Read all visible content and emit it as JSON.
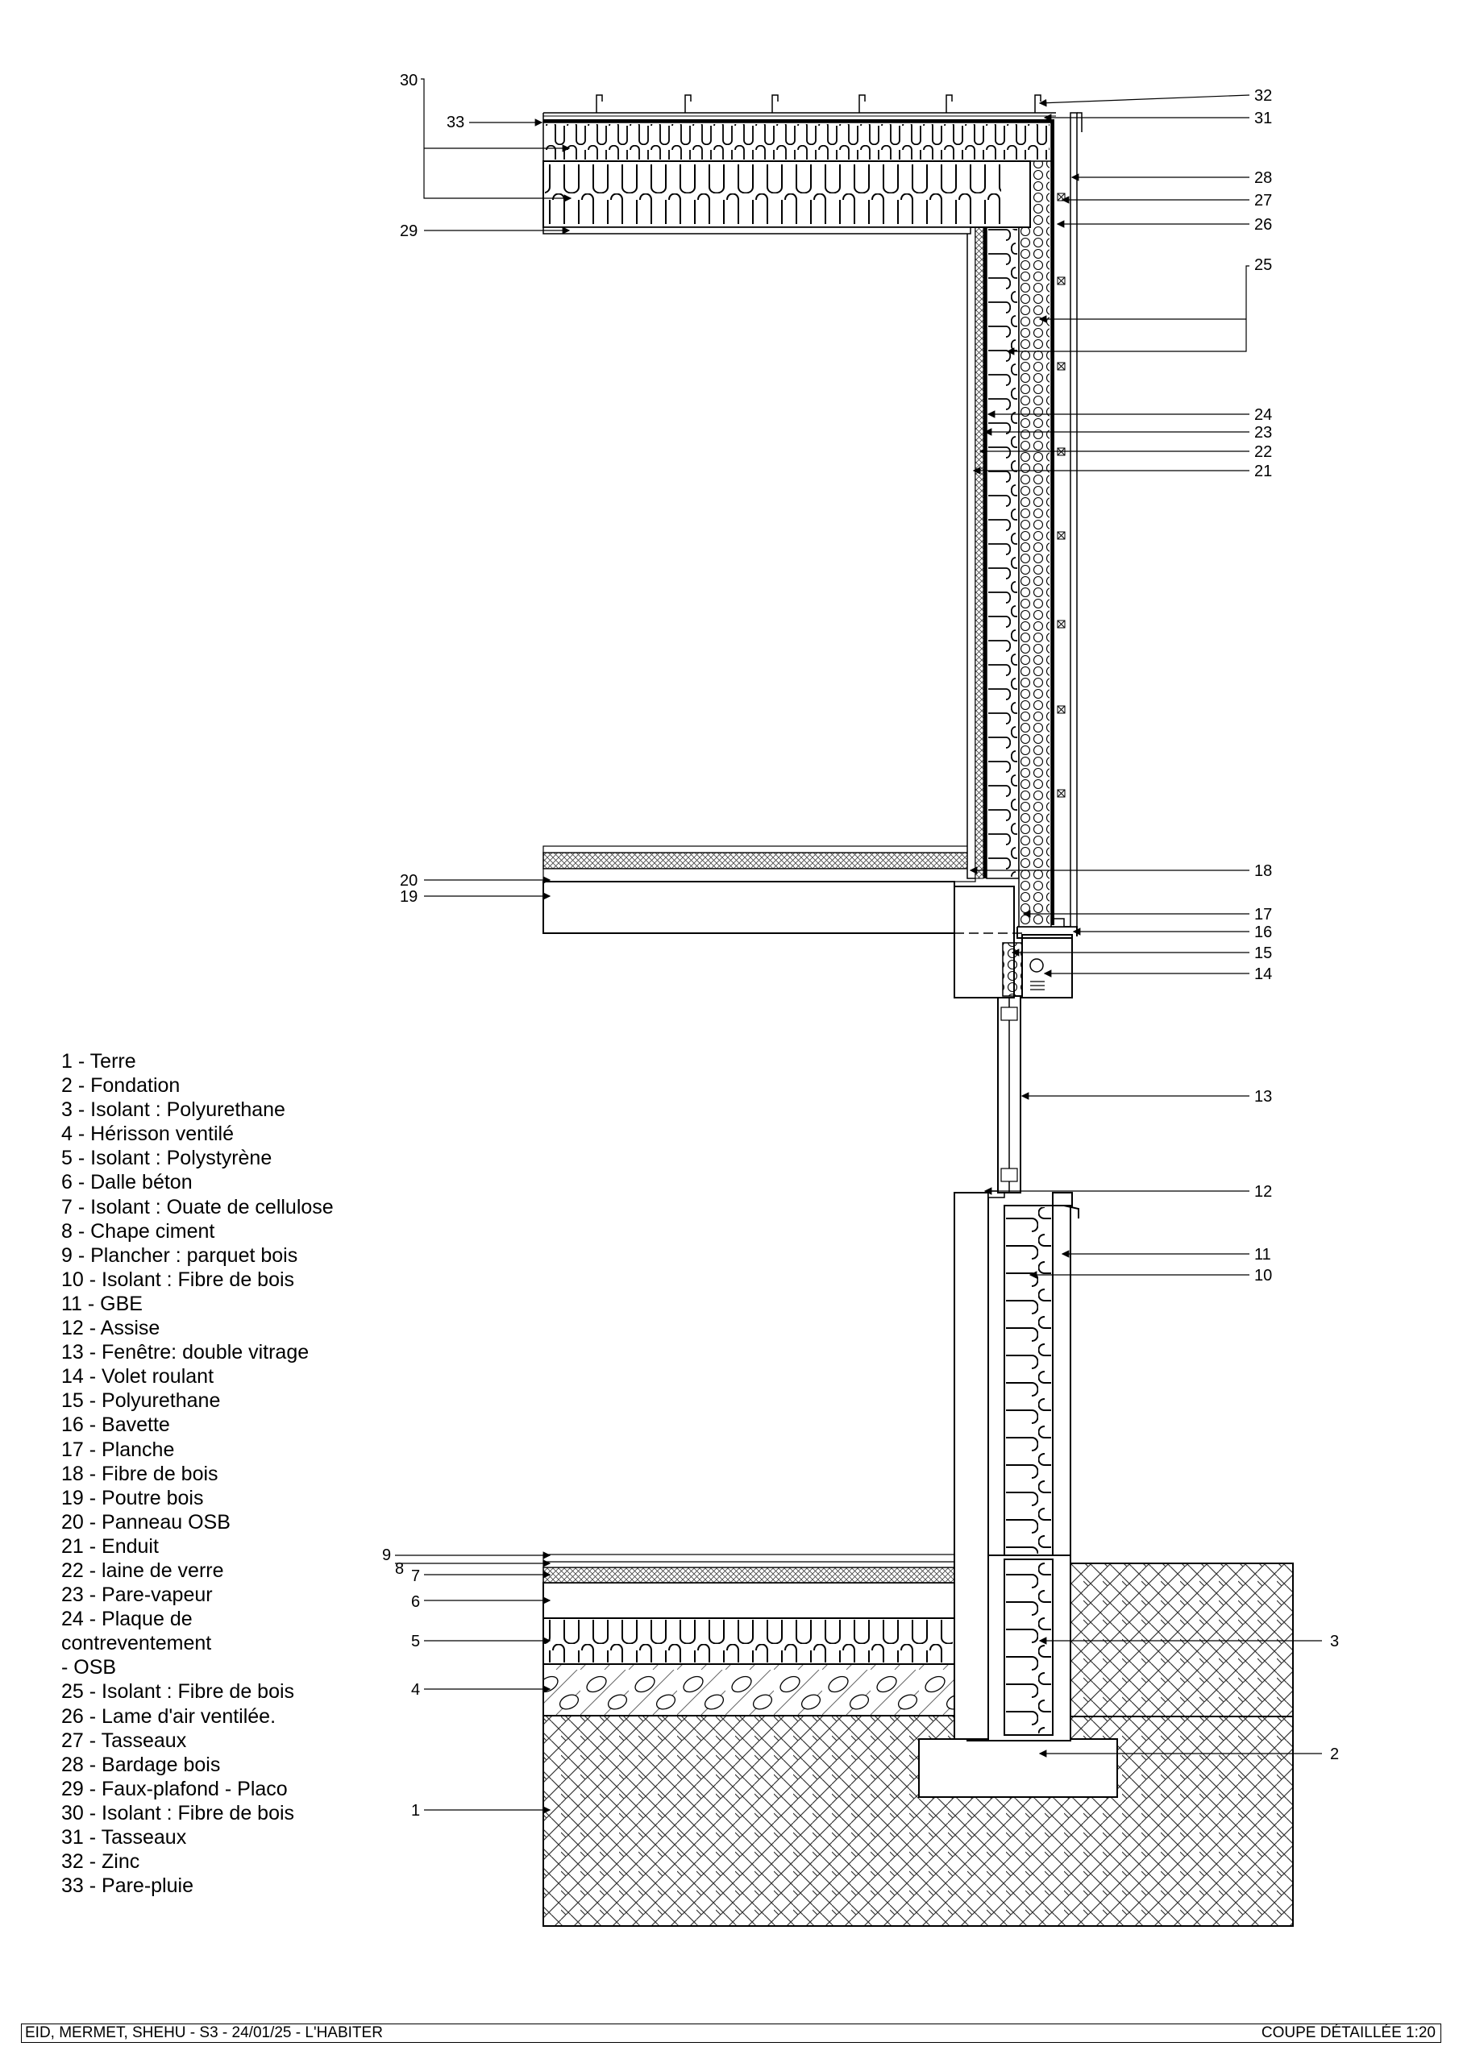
{
  "legend": [
    "1 - Terre",
    "2 - Fondation",
    "3 - Isolant : Polyurethane",
    "4 - Hérisson ventilé",
    "5 - Isolant : Polystyrène",
    "6 - Dalle béton",
    "7 - Isolant : Ouate de cellulose",
    "8 - Chape ciment",
    "9 - Plancher : parquet bois",
    "10 - Isolant : Fibre de bois",
    "11 - GBE",
    "12 - Assise",
    "13 - Fenêtre: double vitrage",
    "14 - Volet roulant",
    "15 - Polyurethane",
    "16 - Bavette",
    "17 - Planche",
    "18 - Fibre de bois",
    "19 - Poutre bois",
    "20 - Panneau OSB",
    "21 - Enduit",
    "22 - laine de verre",
    "23 - Pare-vapeur",
    "24 - Plaque de",
    "contreventement",
    " - OSB",
    "25 - Isolant : Fibre de bois",
    "26 - Lame d'air ventilée.",
    "27 - Tasseaux",
    "28 - Bardage bois",
    "29 - Faux-plafond - Placo",
    "30 - Isolant : Fibre de bois",
    "31 - Tasseaux",
    "32 - Zinc",
    "33 - Pare-pluie"
  ],
  "callouts_right": [
    "32",
    "31",
    "28",
    "27",
    "26",
    "25",
    "24",
    "23",
    "22",
    "21",
    "18",
    "17",
    "16",
    "15",
    "14",
    "13",
    "12",
    "11",
    "10",
    "3",
    "2"
  ],
  "callouts_left": [
    "30",
    "33",
    "29",
    "20",
    "19",
    "9",
    "8",
    "7",
    "6",
    "5",
    "4",
    "1"
  ],
  "footer": {
    "left": "EID, MERMET, SHEHU - S3 - 24/01/25 - L'HABITER",
    "right": "COUPE DÉTAILLÉE 1:20"
  }
}
